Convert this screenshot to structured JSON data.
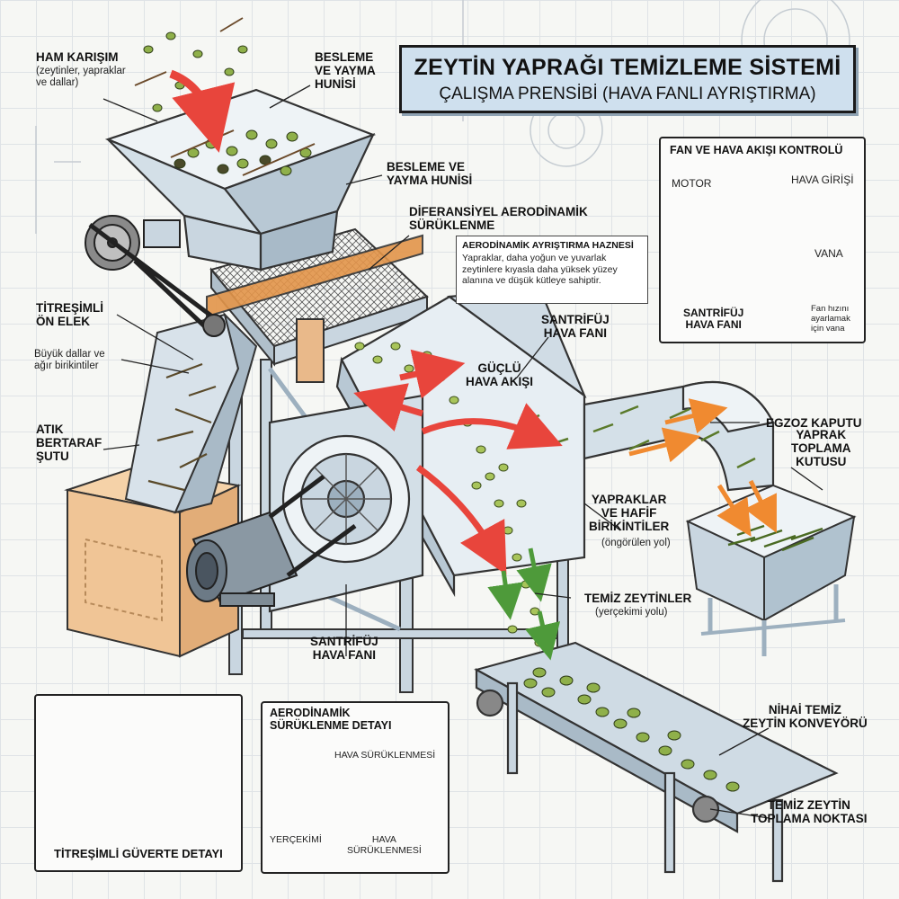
{
  "title": {
    "main": "ZEYTİN YAPRAĞI TEMİZLEME SİSTEMİ",
    "sub": "ÇALIŞMA PRENSİBİ (HAVA FANLI AYRIŞTIRMA)"
  },
  "labels": {
    "raw_mix": "HAM KARIŞIM",
    "raw_mix_sub": "(zeytinler, yapraklar\nve dallar)",
    "hopper_top": "BESLEME\nVE YAYMA\nHUNİSİ",
    "hopper_right": "BESLEME VE\nYAYMA HUNİSİ",
    "drag": "DİFERANSİYEL AERODİNAMİK\nSÜRÜKLENME",
    "vib_screen": "TİTREŞİMLİ\nÖN ELEK",
    "branches": "Büyük dallar ve\nağır birikintiler",
    "waste_chute": "ATIK\nBERTARAF\nŞUTU",
    "fan_top": "SANTRİFÜJ\nHAVA FANI",
    "airflow": "GÜÇLÜ\nHAVA AKIŞI",
    "exhaust": "EGZOZ KAPUTU",
    "leaf_box": "YAPRAK\nTOPLAMA\nKUTUSU",
    "leaves": "YAPRAKLAR\nVE HAFİF\nBİRİKİNTİLER",
    "leaves_sub": "(öngörülen yol)",
    "clean_olives": "TEMİZ ZEYTİNLER",
    "clean_olives_sub": "(yerçekimi yolu)",
    "fan_bottom": "SANTRİFÜJ\nHAVA FANI",
    "conveyor": "NİHAİ TEMİZ\nZEYTİN KONVEYÖRÜ",
    "collection": "TEMİZ ZEYTİN\nTOPLAMA NOKTASI"
  },
  "callout": {
    "title": "AERODİNAMİK AYRIŞTIRMA HAZNESİ",
    "text": "Yapraklar, daha yoğun ve yuvarlak zeytinlere kıyasla daha yüksek yüzey alanına ve düşük kütleye sahiptir."
  },
  "fan_panel": {
    "title": "FAN VE HAVA AKIŞI KONTROLÜ",
    "motor": "MOTOR",
    "air_inlet": "HAVA GİRİŞİ",
    "valve": "VANA",
    "fan": "SANTRİFÜJ\nHAVA FANI",
    "valve_note": "Fan hızını\nayarlamak\niçin vana"
  },
  "deck_panel": {
    "title": "TİTREŞİMLİ GÜVERTE DETAYI"
  },
  "drag_panel": {
    "title": "AERODİNAMİK\nSÜRÜKLENME DETAYI",
    "air_drag_top": "HAVA SÜRÜKLENMESİ",
    "gravity": "YERÇEKİMİ",
    "air_drag_bottom": "HAVA\nSÜRÜKLENMESİ"
  },
  "colors": {
    "title_bg": "#cfe0ee",
    "metal": "#c9d6e0",
    "metal_dark": "#8fa3b3",
    "olive": "#8fb04a",
    "olive_dark": "#4e6a22",
    "leaf": "#6b8e3a",
    "air_arrow": "#e8453c",
    "leaf_arrow": "#f08a30",
    "gravity_arrow": "#4e9a3a",
    "wood": "#e9b98a",
    "orange_rail": "#e3954a",
    "blue_arrow": "#4a90d9"
  }
}
